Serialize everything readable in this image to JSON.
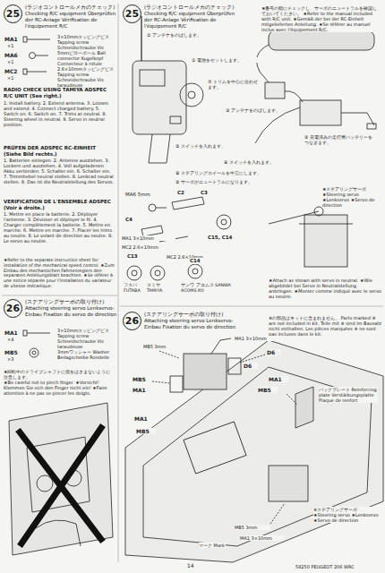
{
  "diagram": {
    "nodes": [
      {
        "text": [
          "25",
          "(ラジオコントロールメカのチェック) Checking R/C equipment Überprüfen der RC-Anlage Vérification de l'équipement R/C"
        ]
      },
      {
        "text": [
          "25",
          "(ラジオコントロールメカのチェック) Checking R/C equipment Überprüfen der RC-Anlage Vérification de l'équipement R/C"
        ]
      },
      {
        "text": [
          "26",
          "(ステアリングサーボの取り付け) Attaching steering servo Lenkservo-Einbau Fixation du servo de direction"
        ]
      },
      {
        "text": [
          "26",
          "(ステアリングサーボの取り付け) Attaching steering servo Lenkservo-Einbau Fixation du servo de direction"
        ]
      }
    ],
    "labels": [
      "MA1",
      "×1",
      "3×10mmタッピングビス Tapping screw Schneidschraube Vis taraudeuse",
      "MA6",
      "×1",
      "5mmピローボール Ball connector Kugelkopf Connecteur à rotule",
      "MC2",
      "×1",
      "2.6×10mmタッピングビス Tapping screw Schneidschraube Vis taraudeuse",
      "RADIO CHECK USING TAMIYA ADSPEC R/C UNIT (See right.)",
      "1. Install battery. 2. Extend antenna. 3. Loosen and extend. 4. Connect charged battery. 5. Switch on. 6. Switch on. 7. Trims at neutral. 8. Steering wheel in neutral. 9. Servo in neutral position.",
      "PRÜFEN DER ADSPEC RC-EINHEIT (Siehe Bild rechts.)",
      "1. Batterien einlegen. 2. Antenne ausziehen. 3. Lockern und ausziehen. 4. Voll aufgeladenen Akku verbinden. 5. Schalter ein. 6. Schalter ein. 7. Trimmhebel neutral stellen. 8. Lenkrad neutral stellen. 9. Das ist die Neutralstellung des Servos.",
      "VERIFICATION DE L'ENSEMBLE ADSPEC (Voir à droite.)",
      "1. Mettre en place la batterie. 2. Déployer l'antenne. 3. Dévisser et déployer le fil. 4. Charger complètement la batterie. 5. Mettre en marche. 6. Mettre en marche. 7. Placer les trims au neutre. 8. Le volant de direction au neutre. 9. Le servo au neutre.",
      "★Refer to the separate instruction sheet for installation of the mechanical speed control. ★Zum Einbau des mechanischen Fahrtenreglers den separaten Anleitungsblatt beachten. ★Se référer à une notice séparée pour l'installation du variateur de vitesse mécanique.",
      "MA1",
      "×4",
      "3×10mmタッピングビス Tapping screw Schneidschraube Vis taraudeuse",
      "MB5",
      "×3",
      "3mmワッシャー Washer Beilagscheibe Rondelle",
      "★回転中のドライブシャフトに指をはさまないように注意します。",
      "★Be careful not to pinch finger. ★Vorsicht! Klemmen Sie sich den Finger nicht ein! ★Faire attention à ne pas se pincer les doigts.",
      "★番号の順にチェックし、サーボのニュートラルを確認しておいてください。 ★Refer to the manual included with R/C unit. ★Gemäß der bei der RC-Einheit mitgelieferten Anleitung. ★Se référer au manuel inclus avec l'équipement R/C.",
      "② アンテナをのばします。",
      "① 電池をセットします。",
      "⑦ トリムを中心に合わせます。",
      "③ アンテナをのばします。",
      "⑤ スイッチを入れます。",
      "④ 充電済みの走行用バッテリーをつなぎます。",
      "⑥ スイッチを入れます。",
      "⑧ ステアリングホイールを中立にします。",
      "⑨ サーボがニュートラルになります。",
      "MA6 5mm",
      "C2",
      "C3",
      "C4",
      "MA1 3×10mm",
      "MC2 2.6×10mm",
      "C15, C14",
      "C13",
      "フタバ FUTABA",
      "タミヤ TAMIYA",
      "MC2 2.6×10mm",
      "C14",
      "サンワ アコムス SANWA ACOMS KO",
      "★ステアリングサーボ ★Steering servo ★Lenkservo ★Servo de direction",
      "★Attach as shown with servo in neutral. ★Wie abgebildet bei Servo in Neutralstellung anbringen. ★Monter comme indiqué avec le servo au neutre.",
      "※の部品はキットに含まれません。 Parts marked ※ are not included in kit. Teile mit ※ sind im Bausatz nicht enthalten. Les pièces marquées ※ ne sont pas incluses dans le kit.",
      "D6",
      "D6",
      "MB5 3mm",
      "MA1 3×10mm",
      "MB5",
      "MA1",
      "MA1",
      "MB5",
      "MB5",
      "MA1",
      "バックプレート Reinforcing plate Verstärkungsplatte Plaque de renfort",
      "※ステアリングサーボ ★Steering servo ★Lenkservo ★Servo de direction",
      "MB5 3mm",
      "MA1 3×10mm",
      "マーク Mark",
      "14",
      "58250 PEUGEOT 206 WRC"
    ]
  }
}
